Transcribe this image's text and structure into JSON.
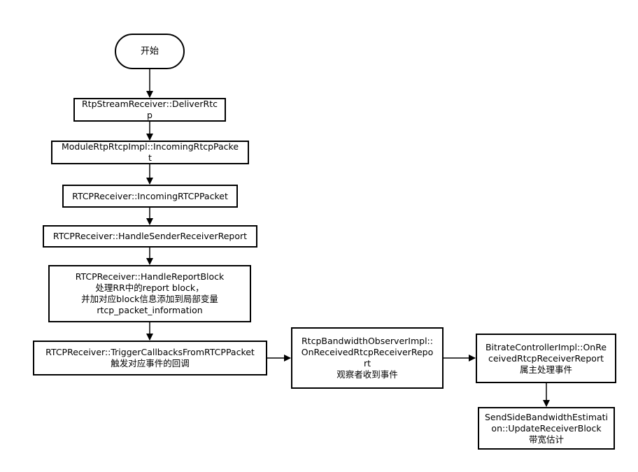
{
  "nodes": {
    "start": {
      "lines": [
        "开始"
      ]
    },
    "deliver": {
      "lines": [
        "RtpStreamReceiver::DeliverRtc",
        "p"
      ]
    },
    "incoming_module": {
      "lines": [
        "ModuleRtpRtcpImpl::IncomingRtcpPacke",
        "t"
      ]
    },
    "incoming_rtcp": {
      "lines": [
        "RTCPReceiver::IncomingRTCPPacket"
      ]
    },
    "handle_sr_rr": {
      "lines": [
        "RTCPReceiver::HandleSenderReceiverReport"
      ]
    },
    "handle_block": {
      "lines": [
        "RTCPReceiver::HandleReportBlock",
        "处理RR中的report block，",
        "并加对应block信息添加到局部变量",
        "rtcp_packet_information"
      ]
    },
    "trigger_callbacks": {
      "lines": [
        "RTCPReceiver::TriggerCallbacksFromRTCPPacket",
        "触发对应事件的回调"
      ]
    },
    "bandwidth_observer": {
      "lines": [
        "RtcpBandwidthObserverImpl::",
        "OnReceivedRtcpReceiverRepo",
        "rt",
        "观察者收到事件"
      ]
    },
    "bitrate_controller": {
      "lines": [
        "BitrateControllerImpl::OnRe",
        "ceivedRtcpReceiverReport",
        "属主处理事件"
      ]
    },
    "send_side_bwe": {
      "lines": [
        "SendSideBandwidthEstimati",
        "on::UpdateReceiverBlock",
        "带宽估计"
      ]
    }
  }
}
